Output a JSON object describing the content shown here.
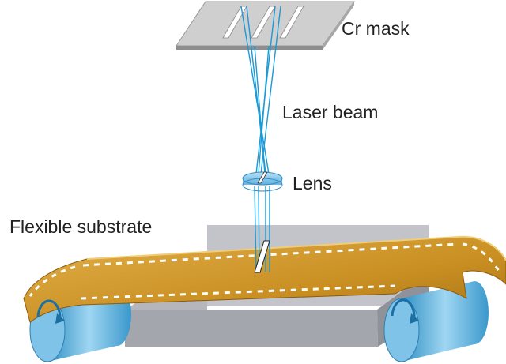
{
  "labels": {
    "mask": "Cr mask",
    "beam": "Laser beam",
    "lens": "Lens",
    "substrate": "Flexible substrate"
  },
  "colors": {
    "beam": "#1a9ad6",
    "mask": "#c7c7c7",
    "stage": "#aeb0b6",
    "film": "#d39a2a",
    "roller": "#5fb3e0",
    "lens": "#8fcbeb"
  },
  "icons": {
    "roller_arrow": "rotate-arrow-icon"
  }
}
